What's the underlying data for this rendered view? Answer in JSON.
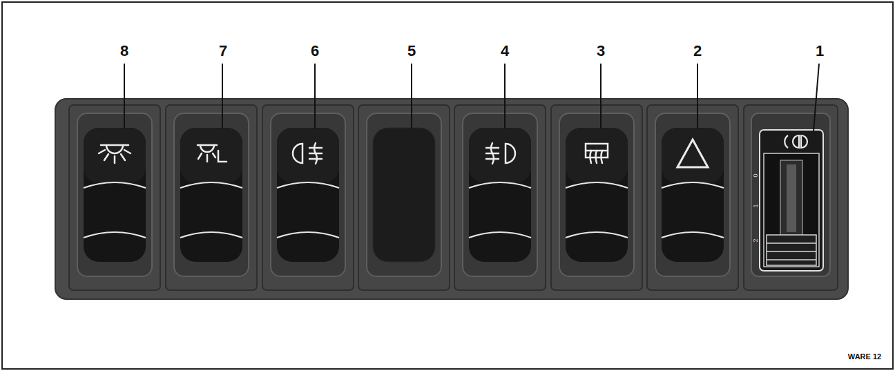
{
  "diagram": {
    "labels": [
      "8",
      "7",
      "6",
      "5",
      "4",
      "3",
      "2",
      "1",
      "0",
      "1",
      "2",
      "WARE 12"
    ]
  }
}
